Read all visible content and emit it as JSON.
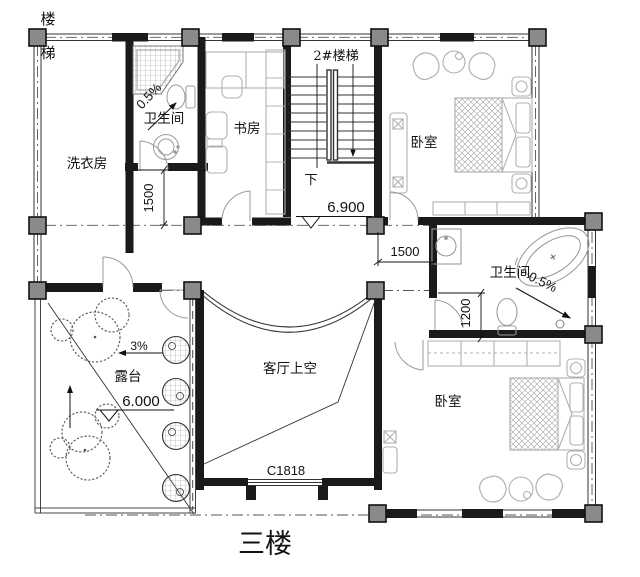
{
  "title": "三楼",
  "corner_stair_label_1": "楼",
  "corner_stair_label_2": "梯",
  "rooms": {
    "laundry": {
      "label": "洗衣房"
    },
    "bath_top": {
      "label": "卫生间",
      "slope": "0.5%"
    },
    "study": {
      "label": "书房"
    },
    "stair": {
      "label": "2#楼梯",
      "down": "下"
    },
    "bedroom_top": {
      "label": "卧室"
    },
    "bath_right": {
      "label": "卫生间",
      "slope": "0.5%"
    },
    "bedroom_bottom": {
      "label": "卧室"
    },
    "living_void": {
      "label": "客厅上空"
    },
    "terrace": {
      "label": "露台",
      "slope": "3%",
      "level": "6.000"
    }
  },
  "levels": {
    "corridor": "6.900"
  },
  "dimensions": {
    "left_vertical": "1500",
    "corridor_horizontal": "1500",
    "bath_right_vertical": "1200"
  },
  "window_tag": "C1818",
  "colors": {
    "line": "#1a1a1a",
    "furniture": "#b0b0b0",
    "column_fill": "#8a8a8a",
    "hatch": "#9e9e9e",
    "background": "#ffffff"
  }
}
